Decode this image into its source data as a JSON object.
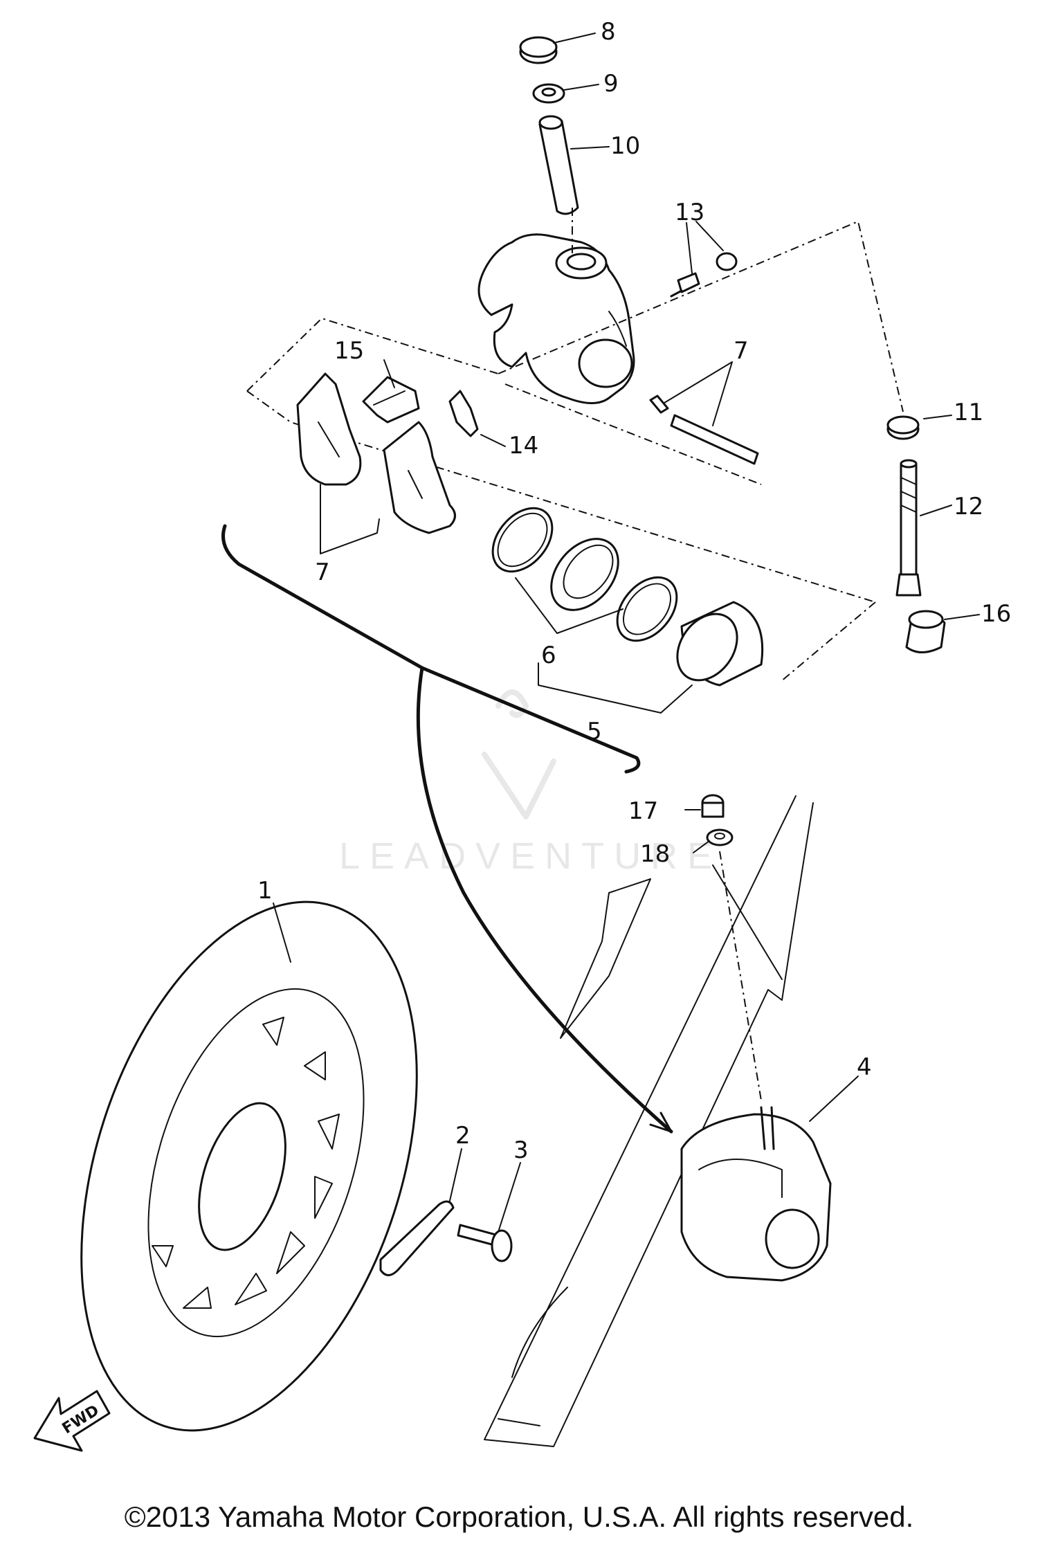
{
  "callouts": {
    "c1": "1",
    "c2": "2",
    "c3": "3",
    "c4": "4",
    "c5": "5",
    "c6": "6",
    "c7a": "7",
    "c7b": "7",
    "c8": "8",
    "c9": "9",
    "c10": "10",
    "c11": "11",
    "c12": "12",
    "c13": "13",
    "c14": "14",
    "c15": "15",
    "c16": "16",
    "c17": "17",
    "c18": "18"
  },
  "fwd_label": "FWD",
  "watermark": "LEADVENTURE",
  "copyright": "©2013 Yamaha Motor Corporation, U.S.A. All rights reserved.",
  "colors": {
    "line": "#111111",
    "background": "#ffffff",
    "watermark": "#d8d8d8"
  }
}
